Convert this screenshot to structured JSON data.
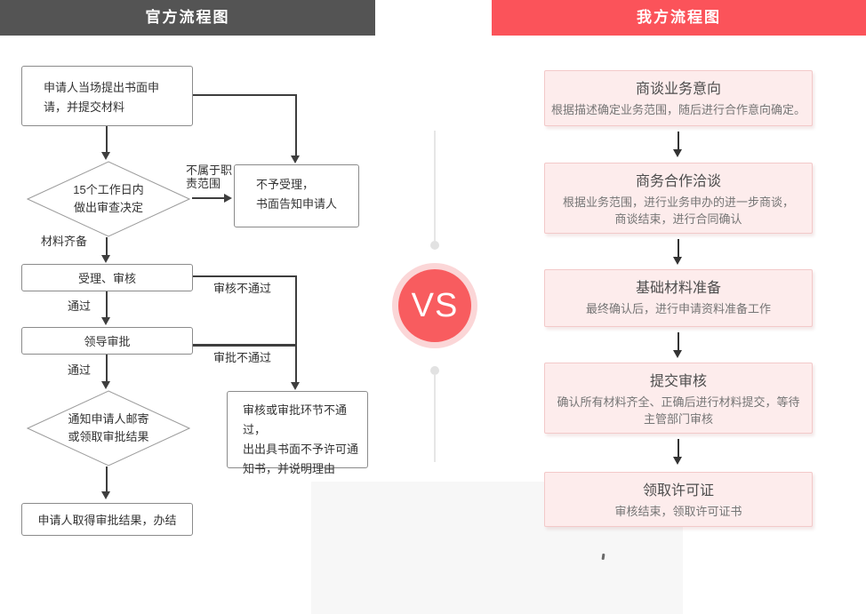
{
  "header": {
    "official": "官方流程图",
    "ours": "我方流程图"
  },
  "vs_badge": "VS",
  "official_flow": {
    "apply_box": "申请人当场提出书面申\n请，并提交材料",
    "review_diamond": "15个工作日内\n做出审查决定",
    "branch_label_not_in_scope": "不属于职\n责范围",
    "reject_box": "不予受理，\n书面告知申请人",
    "label_materials_ready": "材料齐备",
    "accept_review_box": "受理、审核",
    "label_pass_1": "通过",
    "label_review_fail": "审核不通过",
    "leader_approve_box": "领导审批",
    "label_pass_2": "通过",
    "label_approve_fail": "审批不通过",
    "notify_diamond": "通知申请人邮寄\n或领取审批结果",
    "fail_notice_box": "审核或审批环节不通过，\n出出具书面不予许可通\n知书，并说明理由",
    "result_box": "申请人取得审批结果，办结"
  },
  "our_flow": {
    "steps": [
      {
        "title": "商谈业务意向",
        "desc": "根据描述确定业务范围，随后进行合作意向确定。"
      },
      {
        "title": "商务合作洽谈",
        "desc": "根据业务范围，进行业务申办的进一步商谈，\n商谈结束，进行合同确认"
      },
      {
        "title": "基础材料准备",
        "desc": "最终确认后，进行申请资料准备工作"
      },
      {
        "title": "提交审核",
        "desc": "确认所有材料齐全、正确后进行材料提交，等待\n主管部门审核"
      },
      {
        "title": "领取许可证",
        "desc": "审核结束，领取许可证书"
      }
    ]
  },
  "colors": {
    "official_header_bg": "#545454",
    "ours_header_bg": "#fb535a",
    "vs_circle": "#f85c5f",
    "vs_ring": "#fbd6d7",
    "pink_fill": "#fdecec",
    "pink_border": "#f3c9c9",
    "line_dark": "#3e3e3e",
    "divider_gray": "#e6e6e6"
  }
}
